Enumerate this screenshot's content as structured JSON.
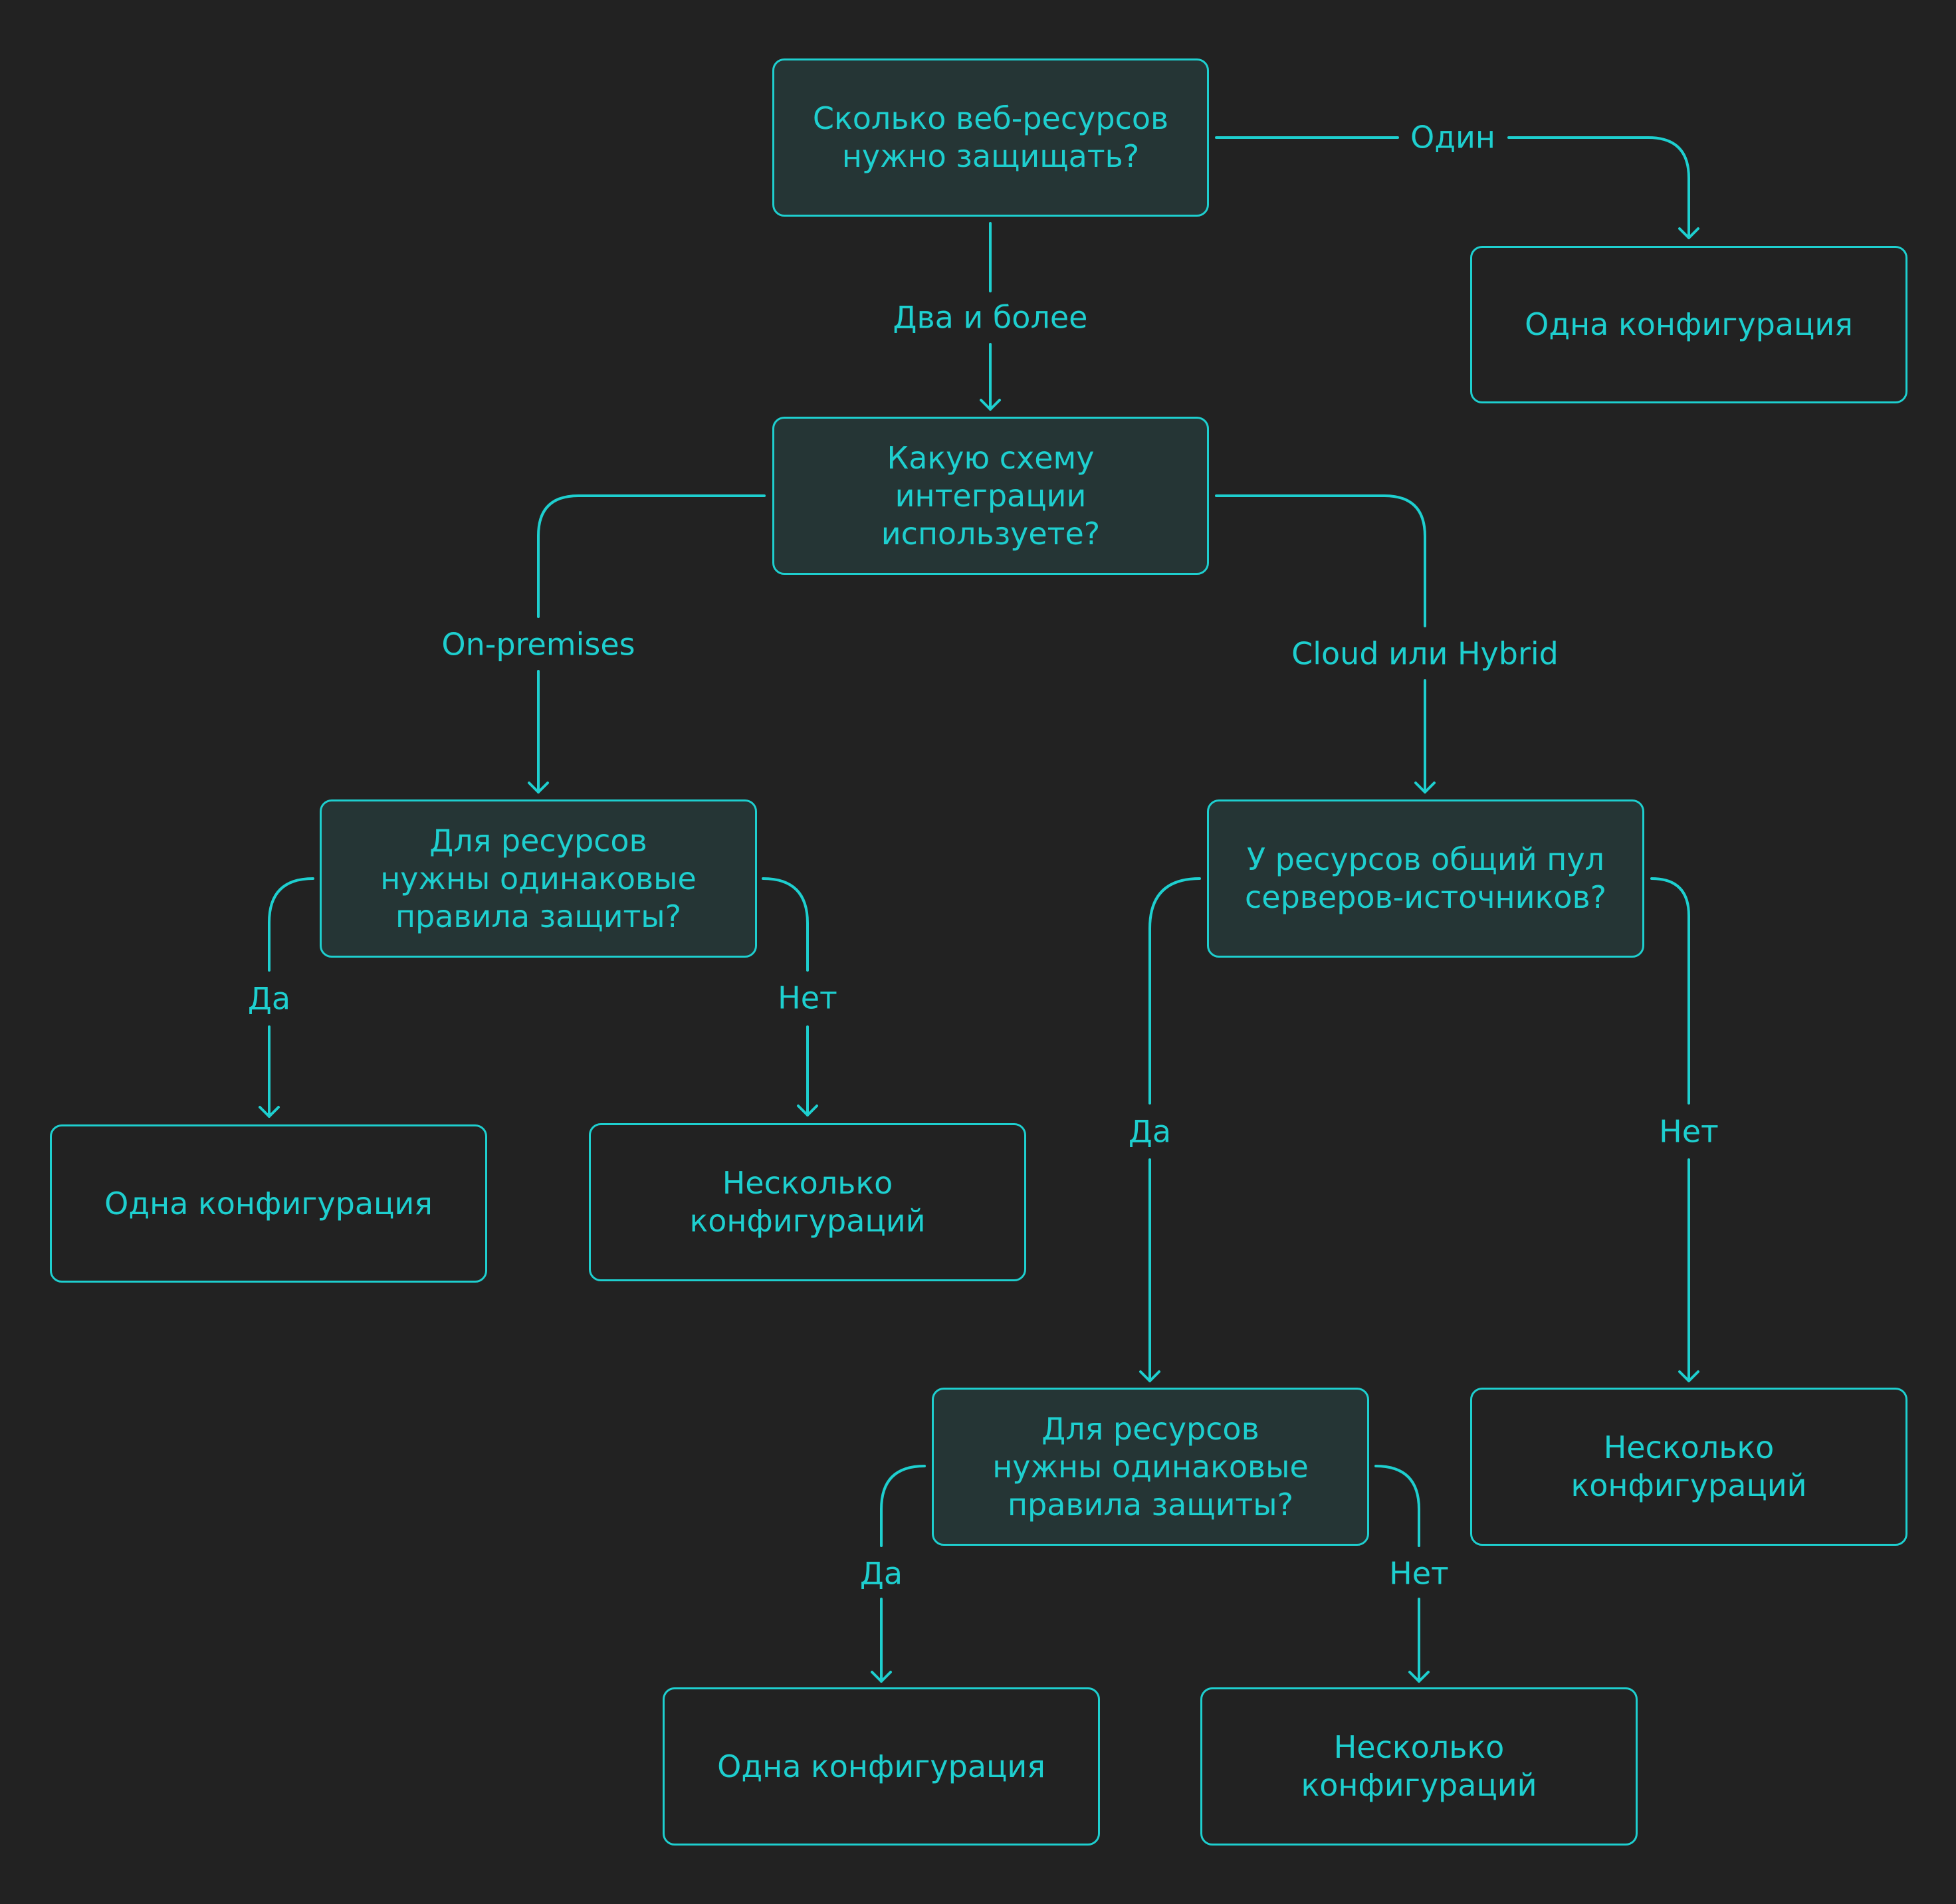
{
  "colors": {
    "background": "#222222",
    "accent": "#1ECFCF",
    "question_fill": "#253535"
  },
  "nodes": {
    "q_count": "Сколько веб-ресурсов\nнужно защищать?",
    "one_config_top": "Одна конфигурация",
    "q_scheme": "Какую схему интеграции\nиспользуете?",
    "q_rules_onprem": "Для ресурсов\nнужны одинаковые\nправила защиты?",
    "q_pool": "У ресурсов общий пул\nсерверов-источников?",
    "one_config_onprem": "Одна конфигурация",
    "multi_config_onprem": "Несколько\nконфигураций",
    "q_rules_cloud": "Для ресурсов\nнужны одинаковые\nправила защиты?",
    "multi_config_pool": "Несколько\nконфигураций",
    "one_config_cloud": "Одна конфигурация",
    "multi_config_cloud": "Несколько\nконфигураций"
  },
  "edges": {
    "one": "Один",
    "two_or_more": "Два и более",
    "on_premises": "On-premises",
    "cloud_hybrid": "Cloud или Hybrid",
    "yes_onprem": "Да",
    "no_onprem": "Нет",
    "yes_pool": "Да",
    "no_pool": "Нет",
    "yes_cloud": "Да",
    "no_cloud": "Нет"
  }
}
